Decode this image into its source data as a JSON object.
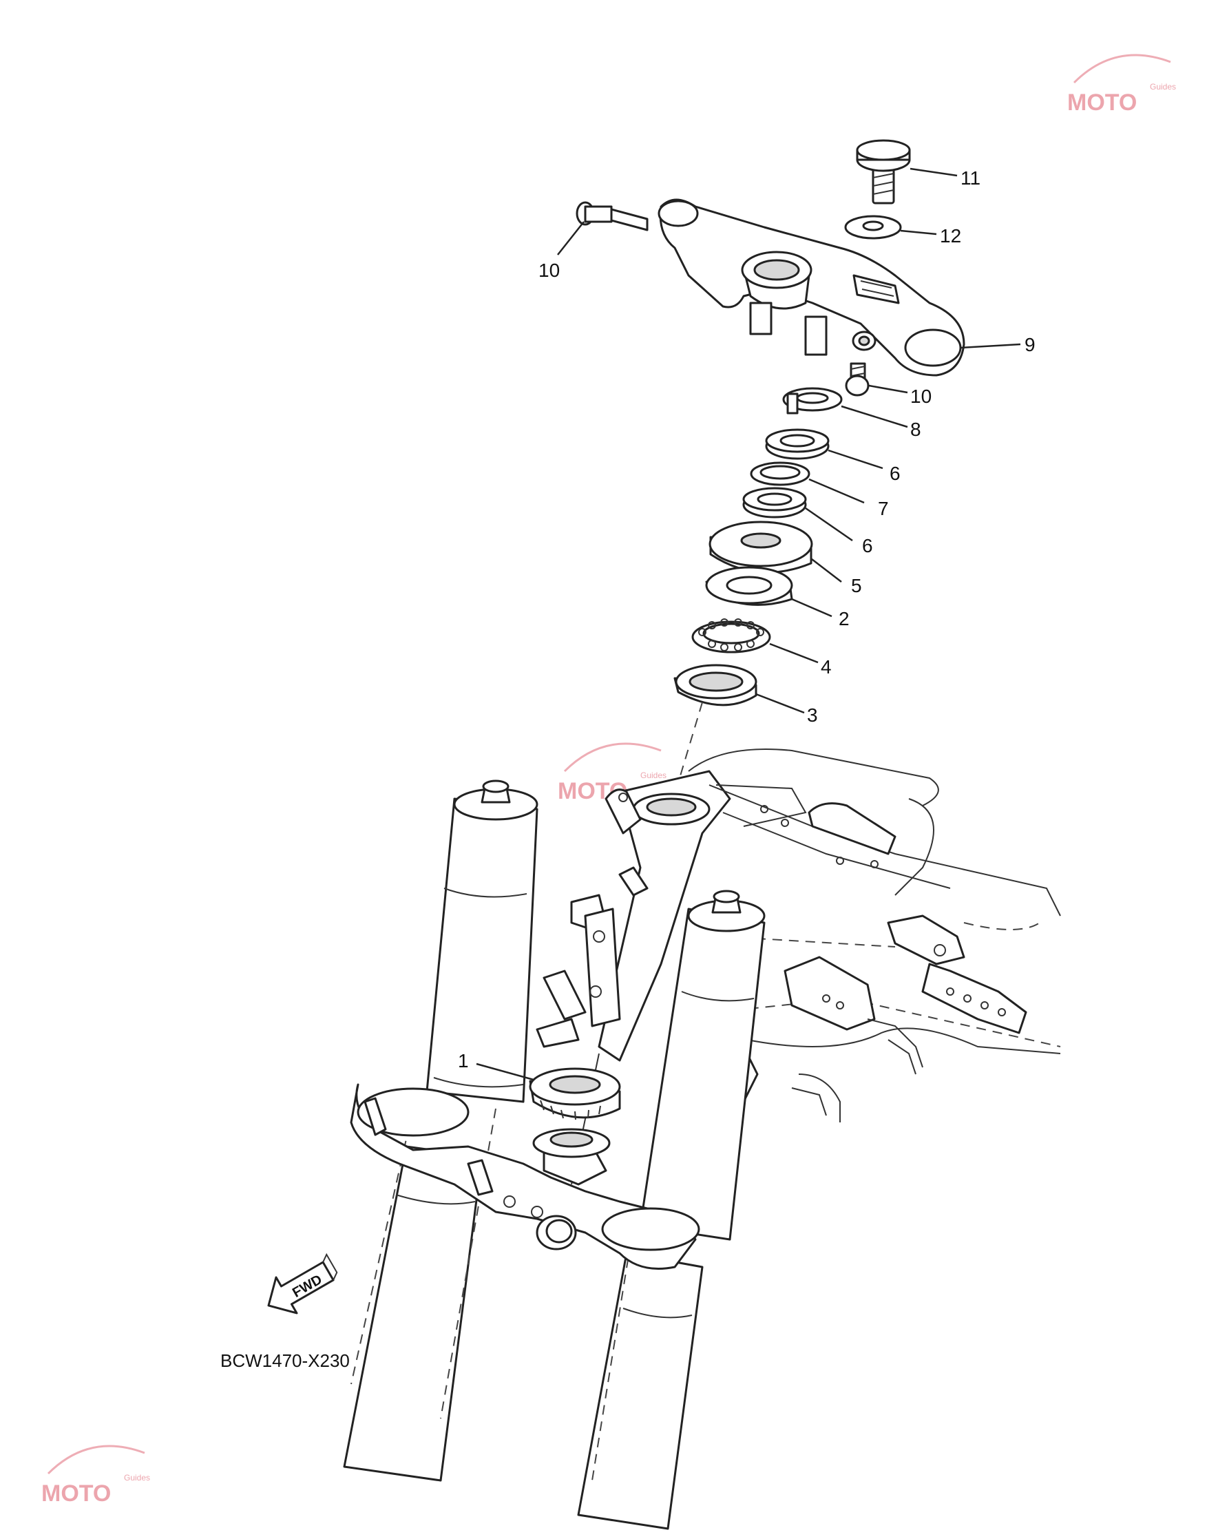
{
  "callouts": [
    {
      "id": "c11",
      "text": "11"
    },
    {
      "id": "c12",
      "text": "12"
    },
    {
      "id": "c10a",
      "text": "10"
    },
    {
      "id": "c9",
      "text": "9"
    },
    {
      "id": "c10b",
      "text": "10"
    },
    {
      "id": "c8",
      "text": "8"
    },
    {
      "id": "c6a",
      "text": "6"
    },
    {
      "id": "c7",
      "text": "7"
    },
    {
      "id": "c6b",
      "text": "6"
    },
    {
      "id": "c5",
      "text": "5"
    },
    {
      "id": "c2",
      "text": "2"
    },
    {
      "id": "c4",
      "text": "4"
    },
    {
      "id": "c3",
      "text": "3"
    },
    {
      "id": "c1",
      "text": "1"
    }
  ],
  "diagram_code": "BCW1470-X230",
  "fwd_label": "FWD",
  "watermark": {
    "text": "MOTO",
    "sub": "Guides"
  },
  "colors": {
    "line": "#222222",
    "watermark": "#e06a78"
  }
}
